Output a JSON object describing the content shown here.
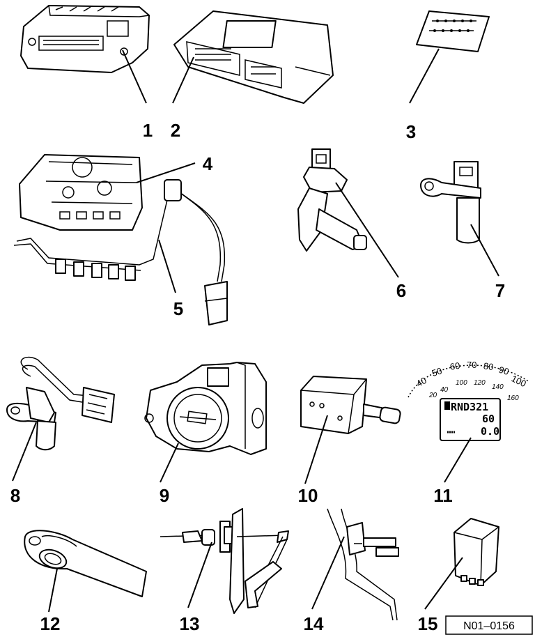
{
  "callouts": [
    "1",
    "2",
    "3",
    "4",
    "5",
    "6",
    "7",
    "8",
    "9",
    "10",
    "11",
    "12",
    "13",
    "14",
    "15"
  ],
  "reference_code": "N01–0156",
  "speedometer": {
    "scale_major": [
      "40",
      "50",
      "60",
      "70",
      "80",
      "90",
      "100"
    ],
    "scale_minor": [
      "20",
      "40",
      "100",
      "120",
      "140",
      "160"
    ],
    "display_gear": "RND321",
    "display_line2": "60",
    "display_line3": "0.0"
  }
}
